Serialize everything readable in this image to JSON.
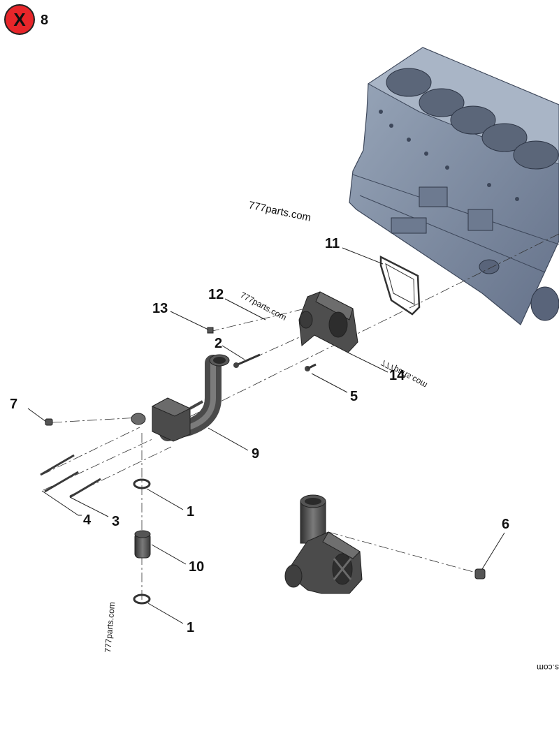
{
  "header": {
    "close_icon_glyph": "X",
    "count": "8"
  },
  "colors": {
    "close_fill": "#e8262a",
    "engine_block": "#7f8da2",
    "part_dark": "#4a4a4a"
  },
  "callouts": {
    "c1_top": "1",
    "c1_bottom": "1",
    "c2": "2",
    "c3": "3",
    "c4": "4",
    "c5": "5",
    "c6": "6",
    "c7": "7",
    "c9": "9",
    "c10": "10",
    "c11": "11",
    "c12": "12",
    "c13": "13",
    "c14": "14"
  },
  "watermarks": {
    "top": "777parts.com",
    "middle": "777parts.com",
    "flipped": "777parts.com",
    "vertical": "777parts.com",
    "bottom_right": "s.com"
  }
}
